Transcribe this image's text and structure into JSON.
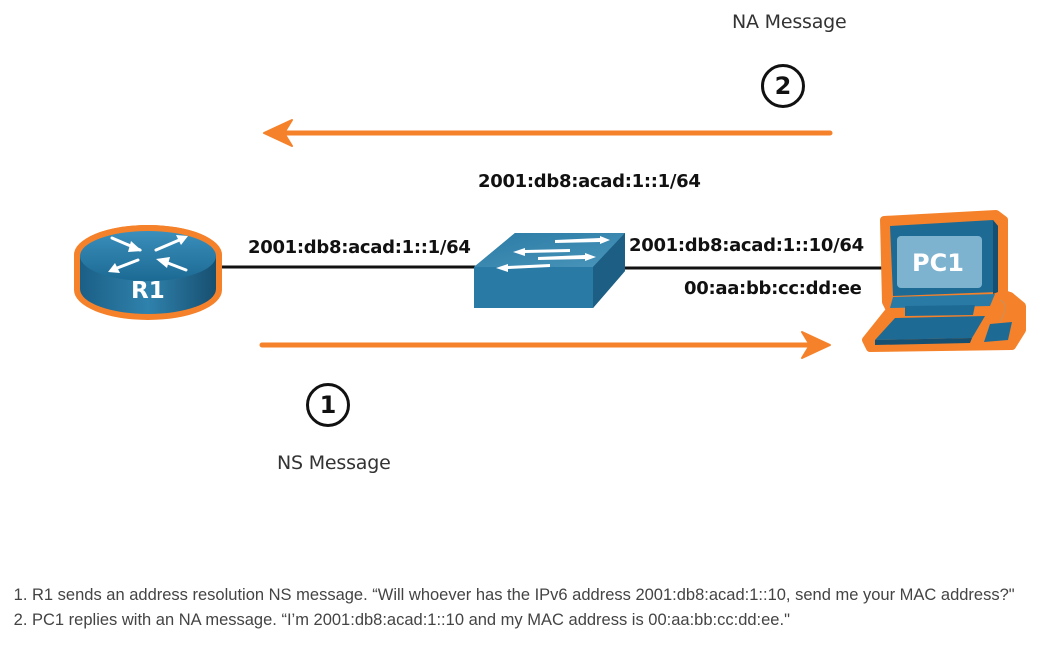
{
  "diagram": {
    "messages": [
      {
        "step": "1",
        "label": "NS Message",
        "direction": "R1 to PC1"
      },
      {
        "step": "2",
        "label": "NA Message",
        "direction": "PC1 to R1"
      }
    ],
    "top_address": "2001:db8:acad:1::1/64",
    "devices": {
      "router": {
        "label": "R1",
        "address": "2001:db8:acad:1::1/64"
      },
      "switch": {
        "label": ""
      },
      "pc": {
        "label": "PC1",
        "address": "2001:db8:acad:1::10/64",
        "mac": "00:aa:bb:cc:dd:ee"
      }
    },
    "colors": {
      "arrow": "#F5822A",
      "device_blue": "#1F6F9A",
      "device_outline": "#F5822A",
      "link": "#111111"
    }
  },
  "notes": [
    "R1 sends an address resolution NS message. “Will whoever has the IPv6 address 2001:db8:acad:1::10, send me your MAC address?\"",
    "PC1 replies with an NA message. “I’m 2001:db8:acad:1::10 and my MAC address is 00:aa:bb:cc:dd:ee.\""
  ]
}
